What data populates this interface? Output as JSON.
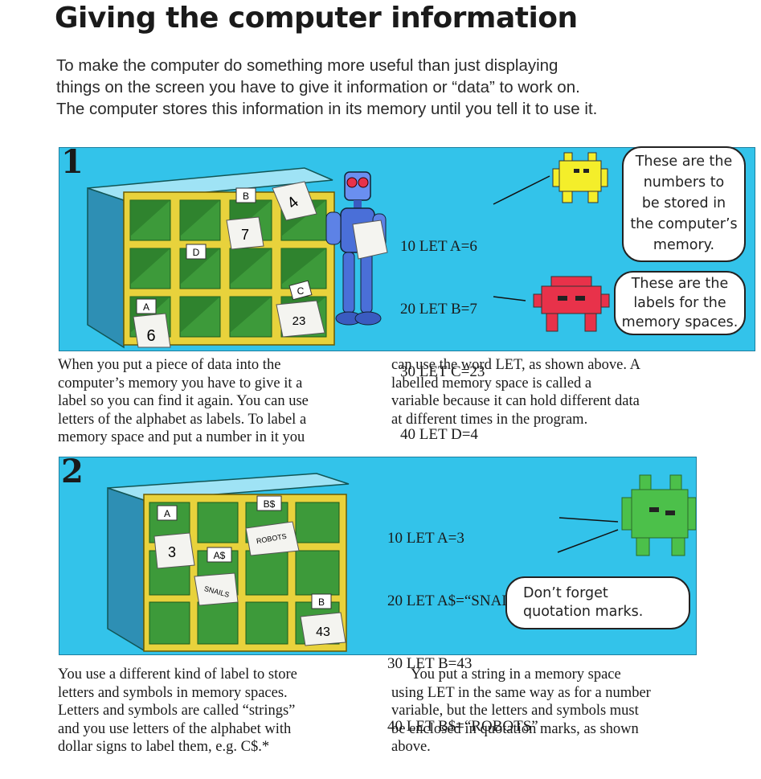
{
  "title": "Giving the computer information",
  "intro": [
    "To make the computer do something more useful than just displaying",
    "things on the screen you have to give it information or “data” to work on.",
    "The computer stores this information in its memory until you tell it to use it."
  ],
  "panel1": {
    "number": "1",
    "code": [
      "10 LET A=6",
      "20 LET B=7",
      "30 LET C=23",
      "40 LET D=4"
    ],
    "bubble_numbers": [
      "These are the",
      "numbers to",
      "be stored in",
      "the computer’s",
      "memory."
    ],
    "bubble_labels": [
      "These are the",
      "labels for the",
      "memory spaces."
    ],
    "cards": {
      "B": "B",
      "D": "D",
      "A": "A",
      "C": "C",
      "seven": "7",
      "four": "4",
      "six": "6",
      "twentythree": "23"
    },
    "colors": {
      "panel": "#33c3ea",
      "shelf": "#e8d23c",
      "cubby": "#3d9a3a",
      "robot": "#4a6fd8",
      "yellow_alien": "#f4ee2a",
      "red_alien": "#e8324a"
    }
  },
  "text1_left": [
    "When you put a piece of data into the",
    "computer’s memory you have to give it a",
    "label so you can find it again. You can use",
    "letters of the alphabet as labels. To label a",
    "memory space and put a number in it you"
  ],
  "text1_right": [
    "can use the word LET, as shown above. A",
    "labelled memory space is called a",
    "variable because it can hold different data",
    "at different times in the program."
  ],
  "panel2": {
    "number": "2",
    "code": [
      "10 LET A=3",
      "20 LET A$=“SNAILS”",
      "30 LET B=43",
      "40 LET B$=“ROBOTS”"
    ],
    "bubble": [
      "Don’t forget",
      "quotation marks."
    ],
    "cards": {
      "A": "A",
      "Bd": "B$",
      "three": "3",
      "Ad": "A$",
      "robots": "ROBOTS",
      "snails": "SNAILS",
      "B": "B",
      "fortythree": "43"
    },
    "colors": {
      "green_alien": "#4cc04a"
    }
  },
  "text2_left": [
    "You use a different kind of label to store",
    "letters and symbols in memory spaces.",
    "Letters and symbols are called “strings”",
    "and you use letters of the alphabet with",
    "dollar signs to label them, e.g. C$.*"
  ],
  "text2_right": [
    "You put a string in a memory space",
    "using LET in the same way as for a number",
    "variable, but the letters and symbols must",
    "be enclosed in quotation marks, as shown",
    "above."
  ]
}
